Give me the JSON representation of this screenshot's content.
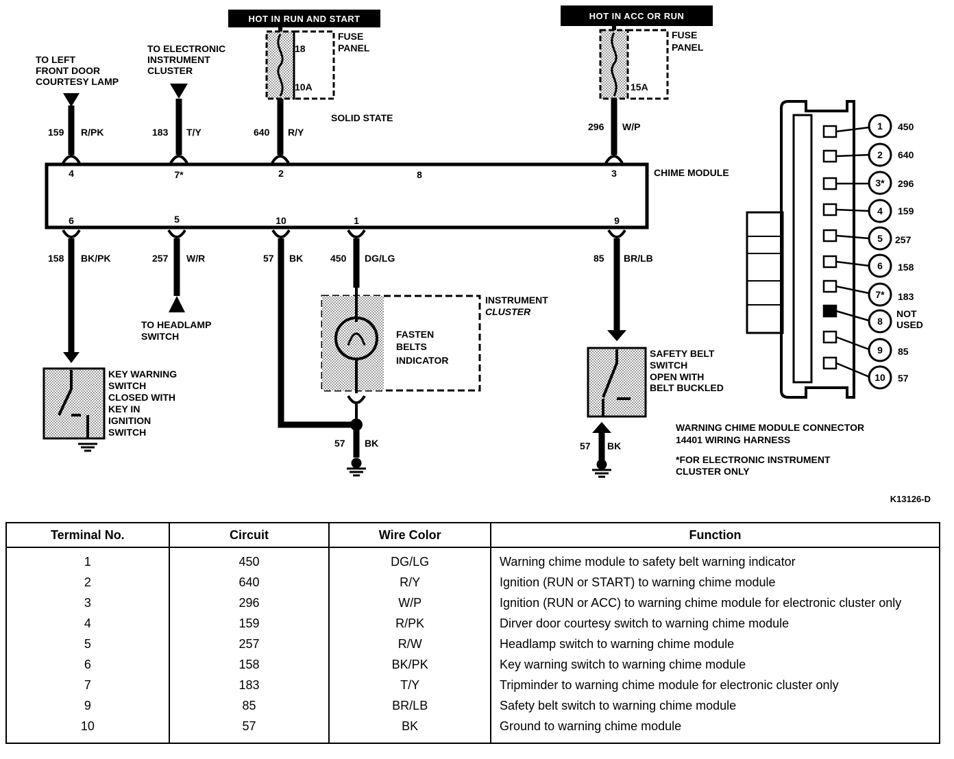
{
  "diagram": {
    "banners": {
      "run_start": "HOT IN RUN AND START",
      "acc_run": "HOT IN ACC OR RUN"
    },
    "fuse_left": {
      "number": "18",
      "rating": "10A",
      "label_lines": [
        "FUSE",
        "PANEL"
      ]
    },
    "fuse_right": {
      "rating": "15A",
      "label_lines": [
        "FUSE",
        "PANEL"
      ]
    },
    "solid_state": "SOLID STATE",
    "chime_module": "CHIME MODULE",
    "dest_left_door": [
      "TO LEFT",
      "FRONT DOOR",
      "COURTESY LAMP"
    ],
    "dest_instrument": [
      "TO ELECTRONIC",
      "INSTRUMENT",
      "CLUSTER"
    ],
    "dest_headlamp": [
      "TO HEADLAMP",
      "SWITCH"
    ],
    "top_pins": [
      "4",
      "7*",
      "2",
      "8",
      "3"
    ],
    "bottom_pins": [
      "6",
      "5",
      "10",
      "1",
      "9"
    ],
    "top_wires": [
      {
        "circuit": "159",
        "color": "R/PK"
      },
      {
        "circuit": "183",
        "color": "T/Y"
      },
      {
        "circuit": "640",
        "color": "R/Y"
      },
      {
        "circuit": "296",
        "color": "W/P"
      }
    ],
    "bottom_wires": [
      {
        "circuit": "158",
        "color": "BK/PK"
      },
      {
        "circuit": "257",
        "color": "W/R"
      },
      {
        "circuit": "57",
        "color": "BK"
      },
      {
        "circuit": "450",
        "color": "DG/LG"
      },
      {
        "circuit": "85",
        "color": "BR/LB"
      }
    ],
    "instrument_cluster": [
      "INSTRUMENT",
      "CLUSTER"
    ],
    "fasten_belts": [
      "FASTEN",
      "BELTS",
      "INDICATOR"
    ],
    "key_warning": [
      "KEY WARNING",
      "SWITCH",
      "CLOSED WITH",
      "KEY IN",
      "IGNITION",
      "SWITCH"
    ],
    "safety_belt": [
      "SAFETY BELT",
      "SWITCH",
      "OPEN WITH",
      "BELT BUCKLED"
    ],
    "ground_center": {
      "circuit": "57",
      "color": "BK"
    },
    "ground_right": {
      "circuit": "57",
      "color": "BK"
    },
    "connector": {
      "pins": [
        {
          "num": "1",
          "circuit": "450"
        },
        {
          "num": "2",
          "circuit": "640"
        },
        {
          "num": "3*",
          "circuit": "296"
        },
        {
          "num": "4",
          "circuit": "159"
        },
        {
          "num": "5",
          "circuit": "257"
        },
        {
          "num": "6",
          "circuit": "158"
        },
        {
          "num": "7*",
          "circuit": "183"
        },
        {
          "num": "8",
          "circuit": "NOT USED"
        },
        {
          "num": "9",
          "circuit": "85"
        },
        {
          "num": "10",
          "circuit": "57"
        }
      ],
      "caption": [
        "WARNING CHIME MODULE CONNECTOR",
        "14401 WIRING HARNESS"
      ],
      "footnote": [
        "*FOR ELECTRONIC INSTRUMENT",
        "CLUSTER ONLY"
      ]
    },
    "figure_id": "K13126-D"
  },
  "table": {
    "headers": [
      "Terminal No.",
      "Circuit",
      "Wire Color",
      "Function"
    ],
    "rows": [
      [
        "1",
        "450",
        "DG/LG",
        "Warning chime module to safety belt warning indicator"
      ],
      [
        "2",
        "640",
        "R/Y",
        "Ignition (RUN or START) to warning chime module"
      ],
      [
        "3",
        "296",
        "W/P",
        "Ignition (RUN or ACC) to warning chime module for electronic cluster only"
      ],
      [
        "4",
        "159",
        "R/PK",
        "Dirver door courtesy switch to warning chime module"
      ],
      [
        "5",
        "257",
        "R/W",
        "Headlamp switch to warning chime module"
      ],
      [
        "6",
        "158",
        "BK/PK",
        "Key warning switch to warning chime module"
      ],
      [
        "7",
        "183",
        "T/Y",
        "Tripminder to warning chime module for electronic cluster only"
      ],
      [
        "9",
        "85",
        "BR/LB",
        "Safety belt switch to warning chime module"
      ],
      [
        "10",
        "57",
        "BK",
        "Ground to warning chime module"
      ]
    ]
  }
}
